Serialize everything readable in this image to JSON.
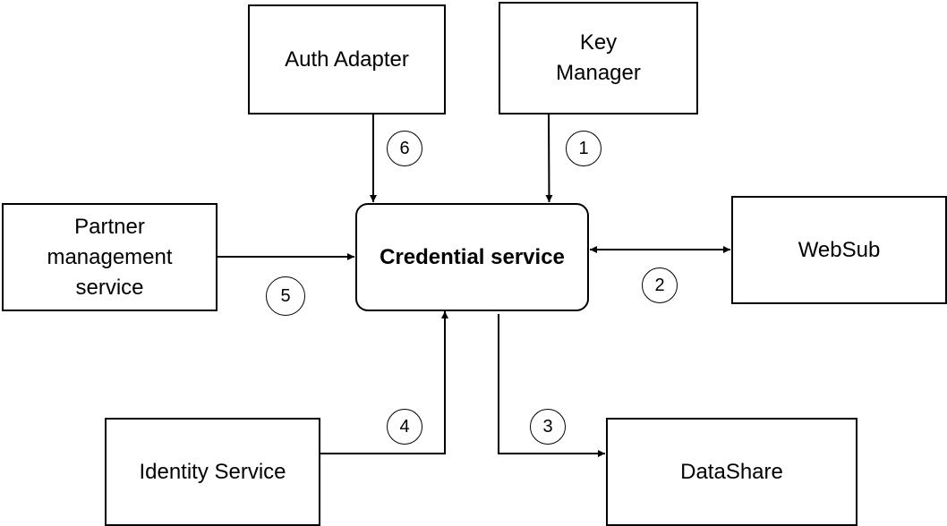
{
  "diagram": {
    "nodes": {
      "auth_adapter": "Auth Adapter",
      "key_manager": "Key\nManager",
      "partner_management": "Partner\nmanagement\nservice",
      "credential_service": "Credential service",
      "websub": "WebSub",
      "identity_service": "Identity Service",
      "datashare": "DataShare"
    },
    "steps": {
      "key_manager": "1",
      "websub": "2",
      "datashare": "3",
      "identity_service": "4",
      "partner_management": "5",
      "auth_adapter": "6"
    },
    "colors": {
      "stroke": "#000000",
      "fill": "#ffffff"
    }
  }
}
